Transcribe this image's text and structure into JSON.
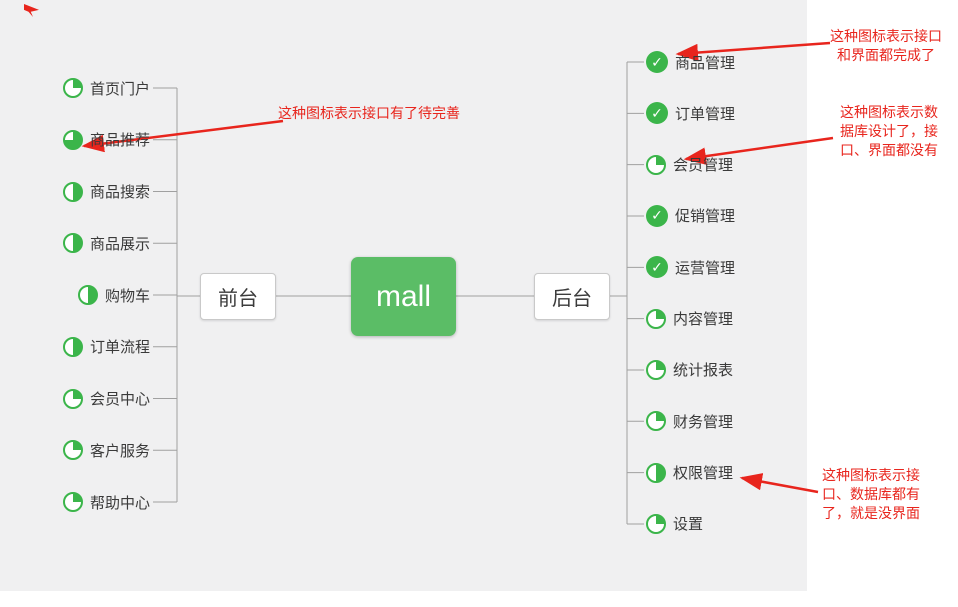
{
  "canvas": {
    "bg": "#f0f0f1",
    "root_green": "#5bbd66",
    "icon_green": "#3bb54a",
    "annotation_red": "#e8251d",
    "line_color": "#a0a0a0",
    "text_color": "#3a3a3a"
  },
  "root": {
    "label": "mall"
  },
  "left_branch": {
    "label": "前台",
    "items": [
      {
        "label": "首页门户",
        "progress": 25
      },
      {
        "label": "商品推荐",
        "progress": 75
      },
      {
        "label": "商品搜索",
        "progress": 50
      },
      {
        "label": "商品展示",
        "progress": 50
      },
      {
        "label": "购物车",
        "progress": 50
      },
      {
        "label": "订单流程",
        "progress": 50
      },
      {
        "label": "会员中心",
        "progress": 25
      },
      {
        "label": "客户服务",
        "progress": 25
      },
      {
        "label": "帮助中心",
        "progress": 25
      }
    ]
  },
  "right_branch": {
    "label": "后台",
    "items": [
      {
        "label": "商品管理",
        "progress": 100
      },
      {
        "label": "订单管理",
        "progress": 100
      },
      {
        "label": "会员管理",
        "progress": 25
      },
      {
        "label": "促销管理",
        "progress": 100
      },
      {
        "label": "运营管理",
        "progress": 100
      },
      {
        "label": "内容管理",
        "progress": 25
      },
      {
        "label": "统计报表",
        "progress": 25
      },
      {
        "label": "财务管理",
        "progress": 25
      },
      {
        "label": "权限管理",
        "progress": 50
      },
      {
        "label": "设置",
        "progress": 25
      }
    ]
  },
  "annotations": [
    {
      "text": "这种图标表示接口\n和界面都完成了"
    },
    {
      "text": "这种图标表示接口有了待完善"
    },
    {
      "text": "这种图标表示数\n据库设计了，接\n口、界面都没有"
    },
    {
      "text": "这种图标表示接\n口、数据库都有\n了，就是没界面"
    }
  ],
  "icons": {
    "done_check": "✓"
  }
}
